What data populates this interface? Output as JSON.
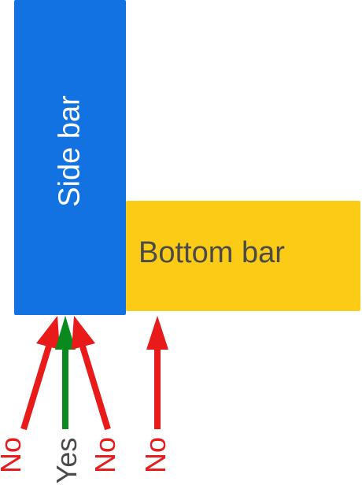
{
  "side_bar": {
    "label": "Side bar",
    "color": "#1372E2"
  },
  "bottom_bar": {
    "label": "Bottom bar",
    "color": "#FBCB15"
  },
  "arrows": [
    {
      "label": "No",
      "color": "#E81A1A"
    },
    {
      "label": "Yes",
      "color": "#0A8A1E"
    },
    {
      "label": "No",
      "color": "#E81A1A"
    },
    {
      "label": "No",
      "color": "#E81A1A"
    }
  ],
  "colors": {
    "red": "#E81A1A",
    "green": "#0A8A1E",
    "yes_text": "#4a4a4a"
  }
}
